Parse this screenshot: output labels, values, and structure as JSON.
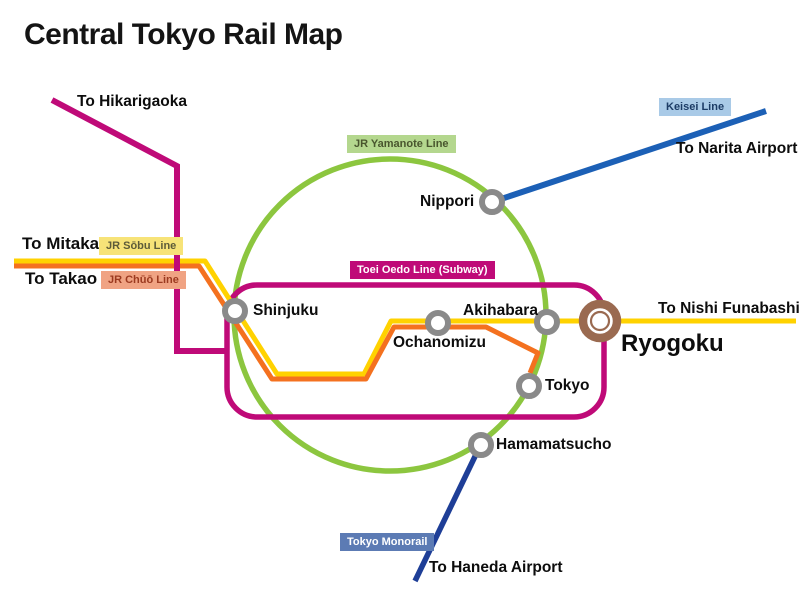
{
  "title": "Central Tokyo Rail Map",
  "colors": {
    "background": "#ffffff",
    "station_ring": "#8a8a8a",
    "ryogoku_ring": "#9a6a50",
    "text": "#0d0d0d"
  },
  "lines": {
    "yamanote": {
      "label": "JR Yamanote Line",
      "color": "#8cc63f",
      "badge_bg": "#b4d78e",
      "badge_fg": "#49562e"
    },
    "sobu": {
      "label": "JR Sōbu Line",
      "color": "#ffd200",
      "badge_bg": "#f7e378",
      "badge_fg": "#5d5b39"
    },
    "chuo": {
      "label": "JR Chūō Line",
      "color": "#f4711f",
      "badge_bg": "#f0a383",
      "badge_fg": "#9c3a20"
    },
    "oedo": {
      "label": "Toei Oedo Line (Subway)",
      "color": "#bf0a78",
      "badge_bg": "#bf0a78",
      "badge_fg": "#ffffff"
    },
    "keisei": {
      "label": "Keisei Line",
      "color": "#1c60b6",
      "badge_bg": "#a9cae7",
      "badge_fg": "#1c3c66"
    },
    "monorail": {
      "label": "Tokyo Monorail",
      "color": "#1e3e97",
      "badge_bg": "#5c7bb4",
      "badge_fg": "#ffffff"
    }
  },
  "stations": {
    "nippori": "Nippori",
    "shinjuku": "Shinjuku",
    "akihabara": "Akihabara",
    "ochanomizu": "Ochanomizu",
    "tokyo": "Tokyo",
    "hamamatsucho": "Hamamatsucho",
    "ryogoku": "Ryogoku"
  },
  "destinations": {
    "hikarigaoka": "To Hikarigaoka",
    "mitaka": "To Mitaka",
    "takao": "To Takao",
    "narita": "To Narita Airport",
    "nishi_funabashi": "To Nishi Funabashi",
    "haneda": "To Haneda Airport"
  }
}
